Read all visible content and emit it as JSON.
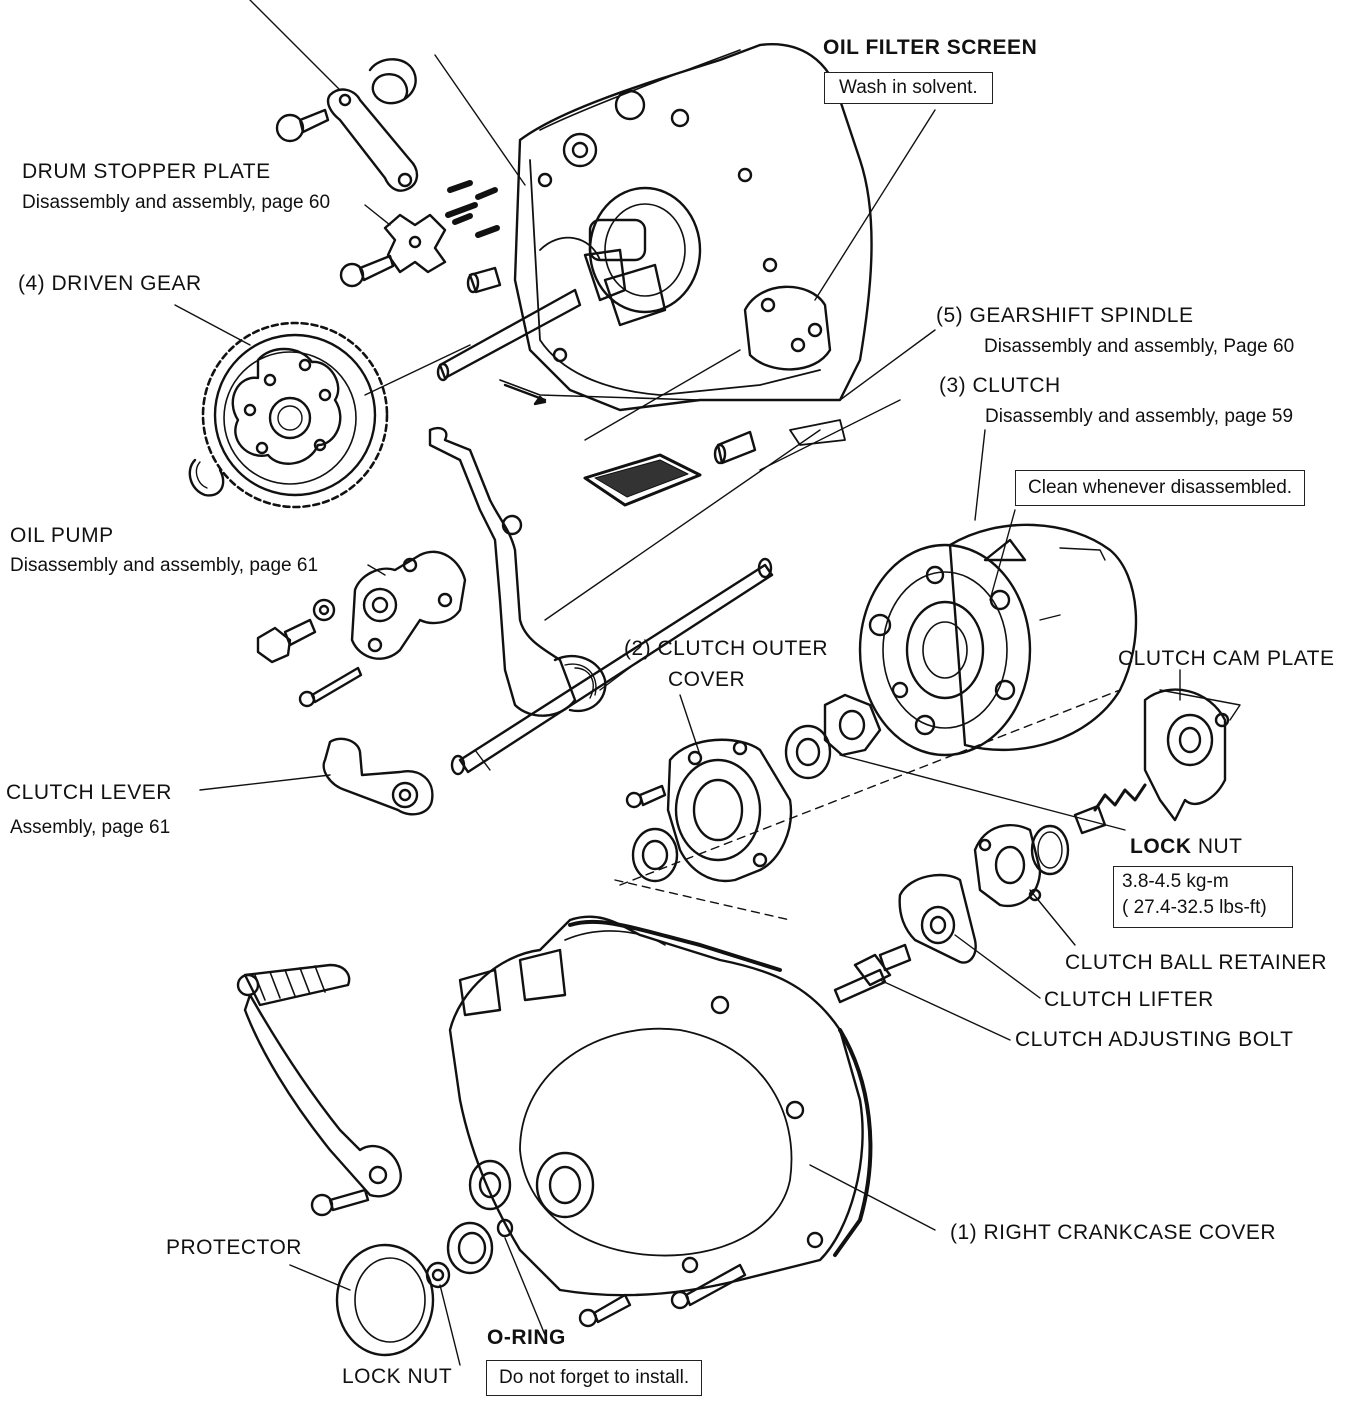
{
  "labels": {
    "top_cut": "",
    "oil_filter_screen": "OIL FILTER SCREEN",
    "oil_filter_note": "Wash   in   solvent.",
    "drum_stopper": "DRUM STOPPER PLATE",
    "drum_stopper_ref": "Disassembly and assembly, page 60",
    "driven_gear": "(4) DRIVEN GEAR",
    "gearshift_spindle": "(5)  GEARSHIFT SPINDLE",
    "gearshift_ref": "Disassembly and assembly, Page 60",
    "clutch": "(3)  CLUTCH",
    "clutch_ref": "Disassembly and assembly, page 59",
    "clutch_note": "Clean whenever disassembled.",
    "oil_pump": "OIL PUMP",
    "oil_pump_ref": "Disassembly and assembly, page 61",
    "clutch_outer_cover_1": "(2)  CLUTCH OUTER",
    "clutch_outer_cover_2": "COVER",
    "clutch_cam_plate": "CLUTCH CAM PLATE",
    "clutch_lever": "CLUTCH LEVER",
    "clutch_lever_ref": "Assembly, page 61",
    "lock_nut_bold": "LOCK",
    "lock_nut_rest": " NUT",
    "torque_1": "3.8-4.5 kg-m",
    "torque_2": "( 27.4-32.5 lbs-ft)",
    "clutch_ball_retainer": "CLUTCH BALL RETAINER",
    "clutch_lifter": "CLUTCH LIFTER",
    "clutch_adjusting_bolt": "CLUTCH ADJUSTING BOLT",
    "right_crankcase_cover": "(1)  RIGHT CRANKCASE COVER",
    "protector": "PROTECTOR",
    "o_ring": "O-RING",
    "o_ring_note": "Do not forget to install.",
    "lock_nut_bottom": "LOCK NUT"
  },
  "colors": {
    "ink": "#111111",
    "paper": "#ffffff"
  }
}
